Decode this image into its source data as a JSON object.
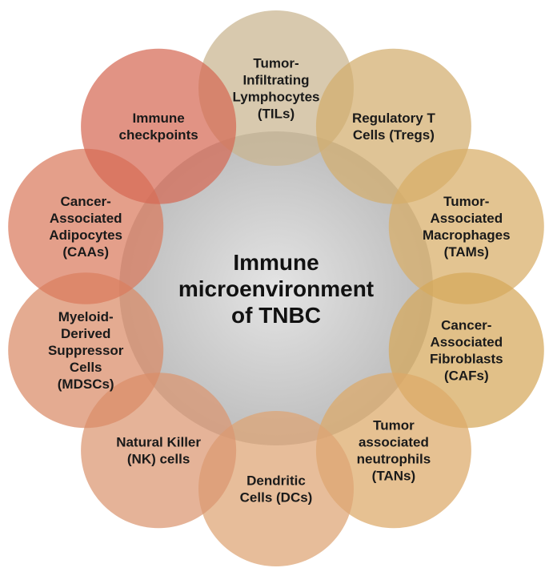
{
  "center": {
    "lines": [
      "Immune",
      "microenvironment",
      "of TNBC"
    ],
    "color": "#bfbfbf"
  },
  "nodes": [
    {
      "lines": [
        "Tumor-",
        "Infiltrating",
        "Lymphocytes",
        "(TILs)"
      ],
      "color": "#c9b48f"
    },
    {
      "lines": [
        "Regulatory T",
        "Cells (Tregs)"
      ],
      "color": "#d2ad6e"
    },
    {
      "lines": [
        "Tumor-",
        "Associated",
        "Macrophages",
        "(TAMs)"
      ],
      "color": "#d8ad66"
    },
    {
      "lines": [
        "Cancer-",
        "Associated",
        "Fibroblasts",
        "(CAFs)"
      ],
      "color": "#d5a85a"
    },
    {
      "lines": [
        "Tumor",
        "associated",
        "neutrophils",
        "(TANs)"
      ],
      "color": "#dca968"
    },
    {
      "lines": [
        "Dendritic",
        "Cells (DCs)"
      ],
      "color": "#dea473"
    },
    {
      "lines": [
        "Natural Killer",
        "(NK) cells"
      ],
      "color": "#db9670"
    },
    {
      "lines": [
        "Myeloid-",
        "Derived",
        "Suppressor",
        "Cells",
        "(MDSCs)"
      ],
      "color": "#d98a66"
    },
    {
      "lines": [
        "Cancer-",
        "Associated",
        "Adipocytes",
        "(CAAs)"
      ],
      "color": "#d97a5d"
    },
    {
      "lines": [
        "Immune",
        "checkpoints"
      ],
      "color": "#d66a55"
    }
  ]
}
